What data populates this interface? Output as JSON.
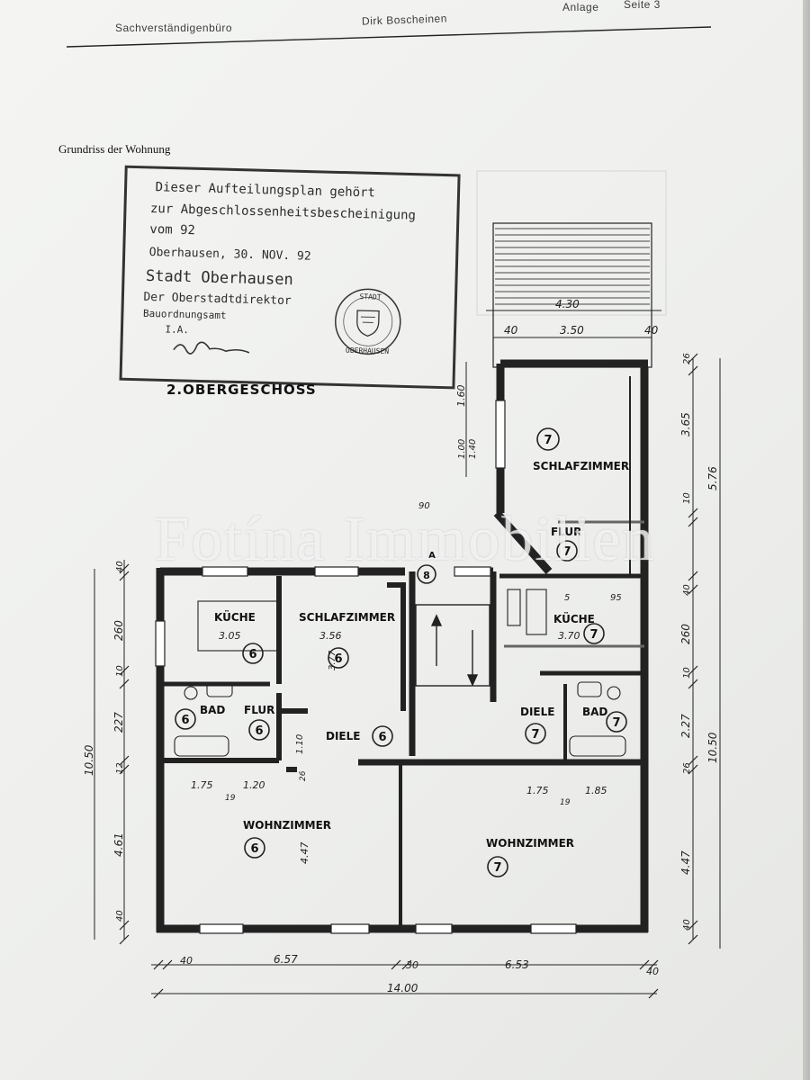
{
  "header": {
    "office": "Sachverständigenbüro",
    "name": "Dirk Boscheinen",
    "anlage": "Anlage",
    "seite": "Seite 3"
  },
  "caption": "Grundriss der Wohnung",
  "stamp": {
    "lines": [
      "Dieser Aufteilungsplan gehört",
      "zur Abgeschlossenheitsbescheinigung",
      "vom        92",
      "Oberhausen, 30. NOV. 92",
      "Stadt Oberhausen",
      "Der Oberstadtdirektor",
      "Bauordnungsamt",
      "I.A."
    ],
    "seal_top": "STADT",
    "seal_bottom": "OBERHAUSEN"
  },
  "floor_title": "2.OBERGESCHOSS",
  "rooms": {
    "kueche_6": "KÜCHE",
    "schlafzimmer_6": "SCHLAFZIMMER",
    "bad_6": "BAD",
    "flur_6": "FLUR",
    "diele_6": "DIELE",
    "wohnzimmer_6": "WOHNZIMMER",
    "schlafzimmer_7": "SCHLAFZIMMER",
    "flur_7": "FLUR",
    "kueche_7": "KÜCHE",
    "diele_7": "DIELE",
    "bad_7": "BAD",
    "wohnzimmer_7": "WOHNZIMMER"
  },
  "unit_numbers": {
    "six": "6",
    "seven": "7",
    "eight": "8",
    "a": "A"
  },
  "dimensions": {
    "balcony_total": "4.30",
    "balcony_side": "40",
    "balcony_inner": "3.50",
    "k6_w": "3.05",
    "s6_w": "3.56",
    "s6_h": "3.77",
    "k7_w": "3.70",
    "flur6_h": "1.10",
    "wz6_h": "4.47",
    "d_175": "1.75",
    "d_120": "1.20",
    "d_185": "1.85",
    "d_19": "19",
    "d_26": "26",
    "d_5": "5",
    "d_95": "95",
    "d_90": "90",
    "left_40": "40",
    "left_260": "260",
    "left_10": "10",
    "left_227": "227",
    "left_12": "12",
    "left_461": "4.61",
    "left_total": "10.50",
    "right_26": "26",
    "right_365": "3.65",
    "right_576": "5.76",
    "right_10": "10",
    "right_40": "40",
    "right_260": "260",
    "right_227": "2.27",
    "right_447": "4.47",
    "right_total": "10.50",
    "win_160": "1.60",
    "win_100": "1.00",
    "win_140": "1.40",
    "bottom_40a": "40",
    "bottom_657": "6.57",
    "bottom_30": "30",
    "bottom_653": "6.53",
    "bottom_40b": "40",
    "bottom_total": "14.00"
  },
  "watermark": "Fotína Immobilien"
}
